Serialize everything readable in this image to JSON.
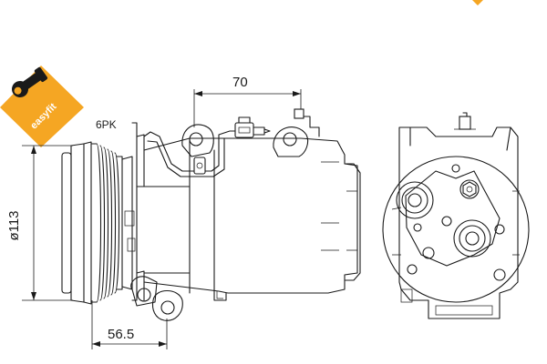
{
  "badge": {
    "text": "easyfit",
    "color": "#f5a623"
  },
  "labels": {
    "belt": "6PK"
  },
  "dimensions": {
    "top_width": "70",
    "pulley_diameter": "ø113",
    "bottom_offset": "56.5"
  },
  "icons": [
    "wrench-icon"
  ]
}
